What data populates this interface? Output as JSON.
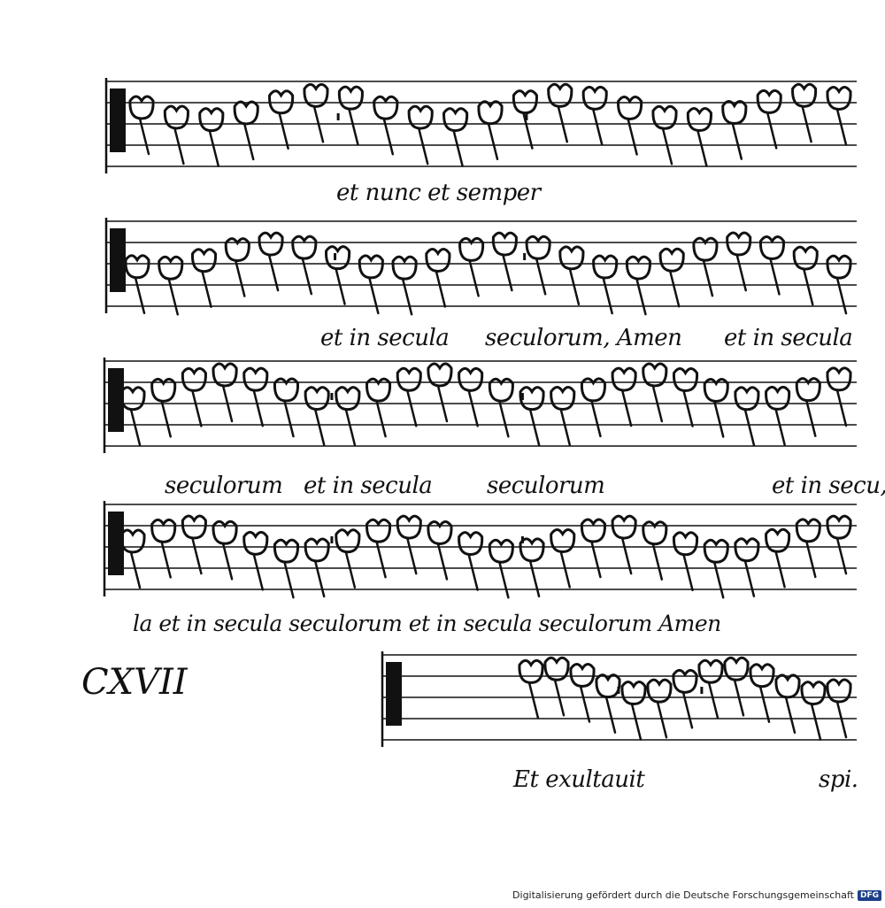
{
  "lyrics": [
    {
      "id": "line-1",
      "text": "et nunc et semper"
    },
    {
      "id": "line-2-a",
      "text": "et in secula"
    },
    {
      "id": "line-2-b",
      "text": "seculorum, Amen"
    },
    {
      "id": "line-2-c",
      "text": "et in secula"
    },
    {
      "id": "line-3-a",
      "text": "seculorum"
    },
    {
      "id": "line-3-b",
      "text": "et in secula"
    },
    {
      "id": "line-3-c",
      "text": "seculorum"
    },
    {
      "id": "line-3-d",
      "text": "et in secu,"
    },
    {
      "id": "line-4",
      "text": "la et in secula seculorum et in secula seculorum Amen"
    },
    {
      "id": "line-5-a",
      "text": "Et exultauit"
    },
    {
      "id": "line-5-b",
      "text": "spi."
    }
  ],
  "folio": "CXVII",
  "credit": "Digitalisierung gefördert durch die Deutsche Forschungsgemeinschaft",
  "credit_logo": "DFG",
  "colors": {
    "ink": "#111111",
    "paper": "#ffffff",
    "logo": "#1c3f8a"
  }
}
